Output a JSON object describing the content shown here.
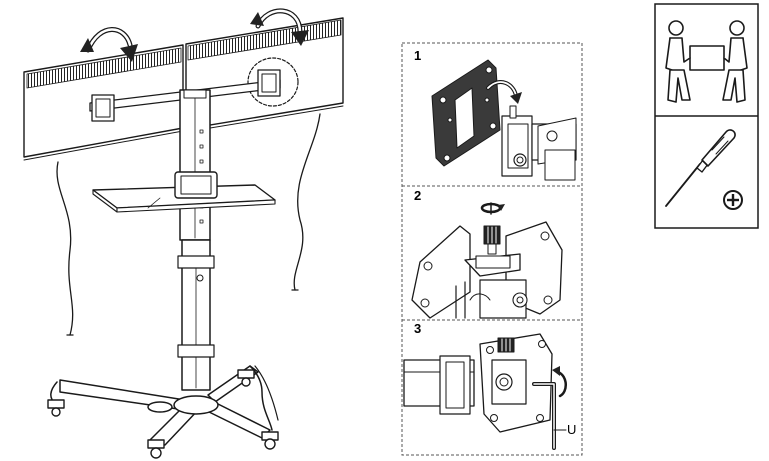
{
  "steps": [
    {
      "number": "1",
      "icon": "vesa-plate-to-arm"
    },
    {
      "number": "2",
      "icon": "screw-thumbscrew"
    },
    {
      "number": "3",
      "icon": "allen-key-tighten"
    }
  ],
  "part_label": "U",
  "side_icons": [
    "two-person-lift-icon",
    "phillips-screwdriver-icon"
  ],
  "colors": {
    "line": "#1a1a1a",
    "panel_border": "#1a1a1a",
    "dashed": "#555555"
  }
}
